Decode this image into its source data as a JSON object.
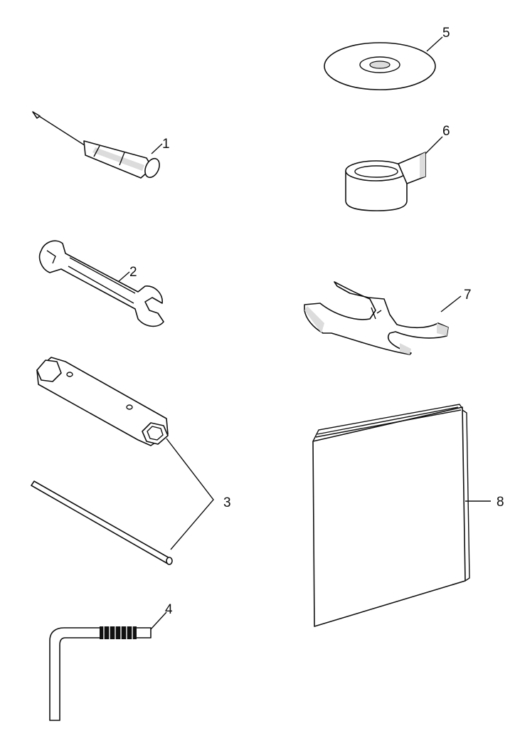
{
  "diagram": {
    "callouts": {
      "screwdriver": "1",
      "wrench": "2",
      "socket_set": "3",
      "hex_key": "4",
      "disc": "5",
      "strap": "6",
      "spanner": "7",
      "manual": "8"
    },
    "colors": {
      "line": "#111111",
      "background": "#ffffff",
      "shading": "#dcdcdc"
    }
  }
}
